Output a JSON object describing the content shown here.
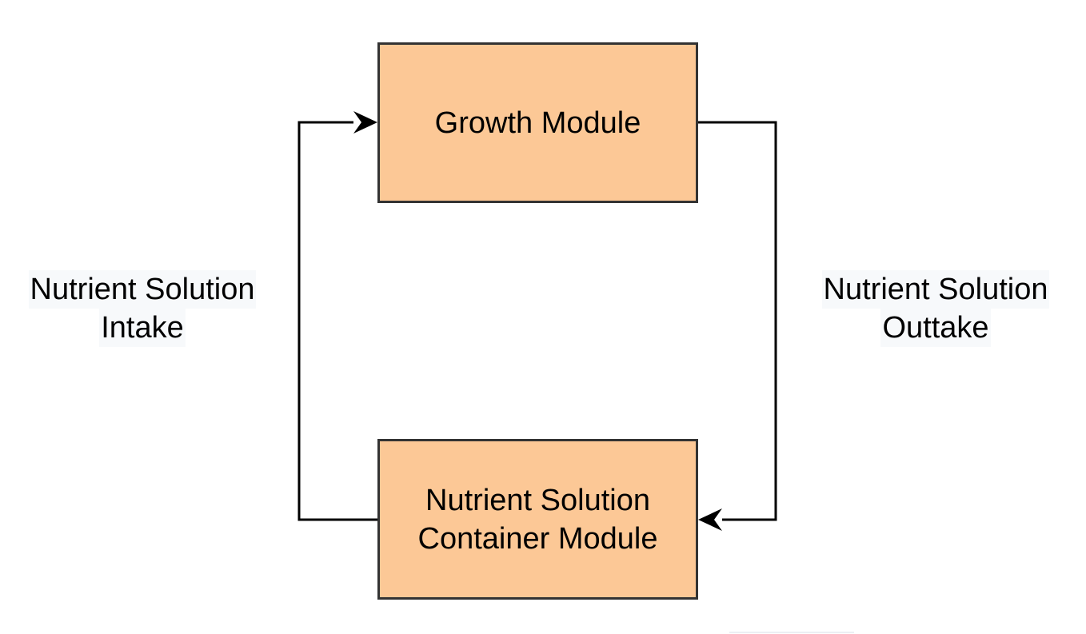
{
  "diagram": {
    "nodes": {
      "growth_module": "Growth Module",
      "container_module": "Nutrient Solution\nContainer Module"
    },
    "edge_labels": {
      "intake": [
        "Nutrient Solution",
        "Intake"
      ],
      "outtake": [
        "Nutrient Solution",
        "Outtake"
      ]
    },
    "colors": {
      "node_fill": "#fcc896",
      "node_border": "#333333",
      "connector": "#000000",
      "label_background": "#f7f9fb"
    }
  }
}
